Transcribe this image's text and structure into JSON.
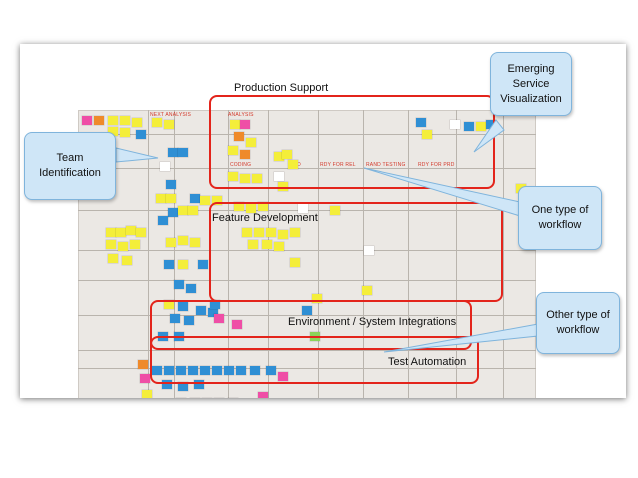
{
  "regions": {
    "production_support": "Production Support",
    "feature_development": "Feature Development",
    "environment_integrations": "Environment / System Integrations",
    "test_automation": "Test Automation"
  },
  "callouts": {
    "emerging_visualization": "Emerging\nService\nVisualization",
    "team_identification": "Team\nIdentification",
    "one_type_workflow": "One type of\nworkflow",
    "other_type_workflow": "Other type of\nworkflow"
  },
  "colors": {
    "highlight_red": "#e3241b",
    "callout_fill": "#cfe6f7",
    "sticky_yellow": "#f4ee3a",
    "sticky_blue": "#2f8fd4",
    "sticky_orange": "#ef8a2a",
    "sticky_pink": "#ef4ea6",
    "sticky_green": "#8bd45a"
  }
}
